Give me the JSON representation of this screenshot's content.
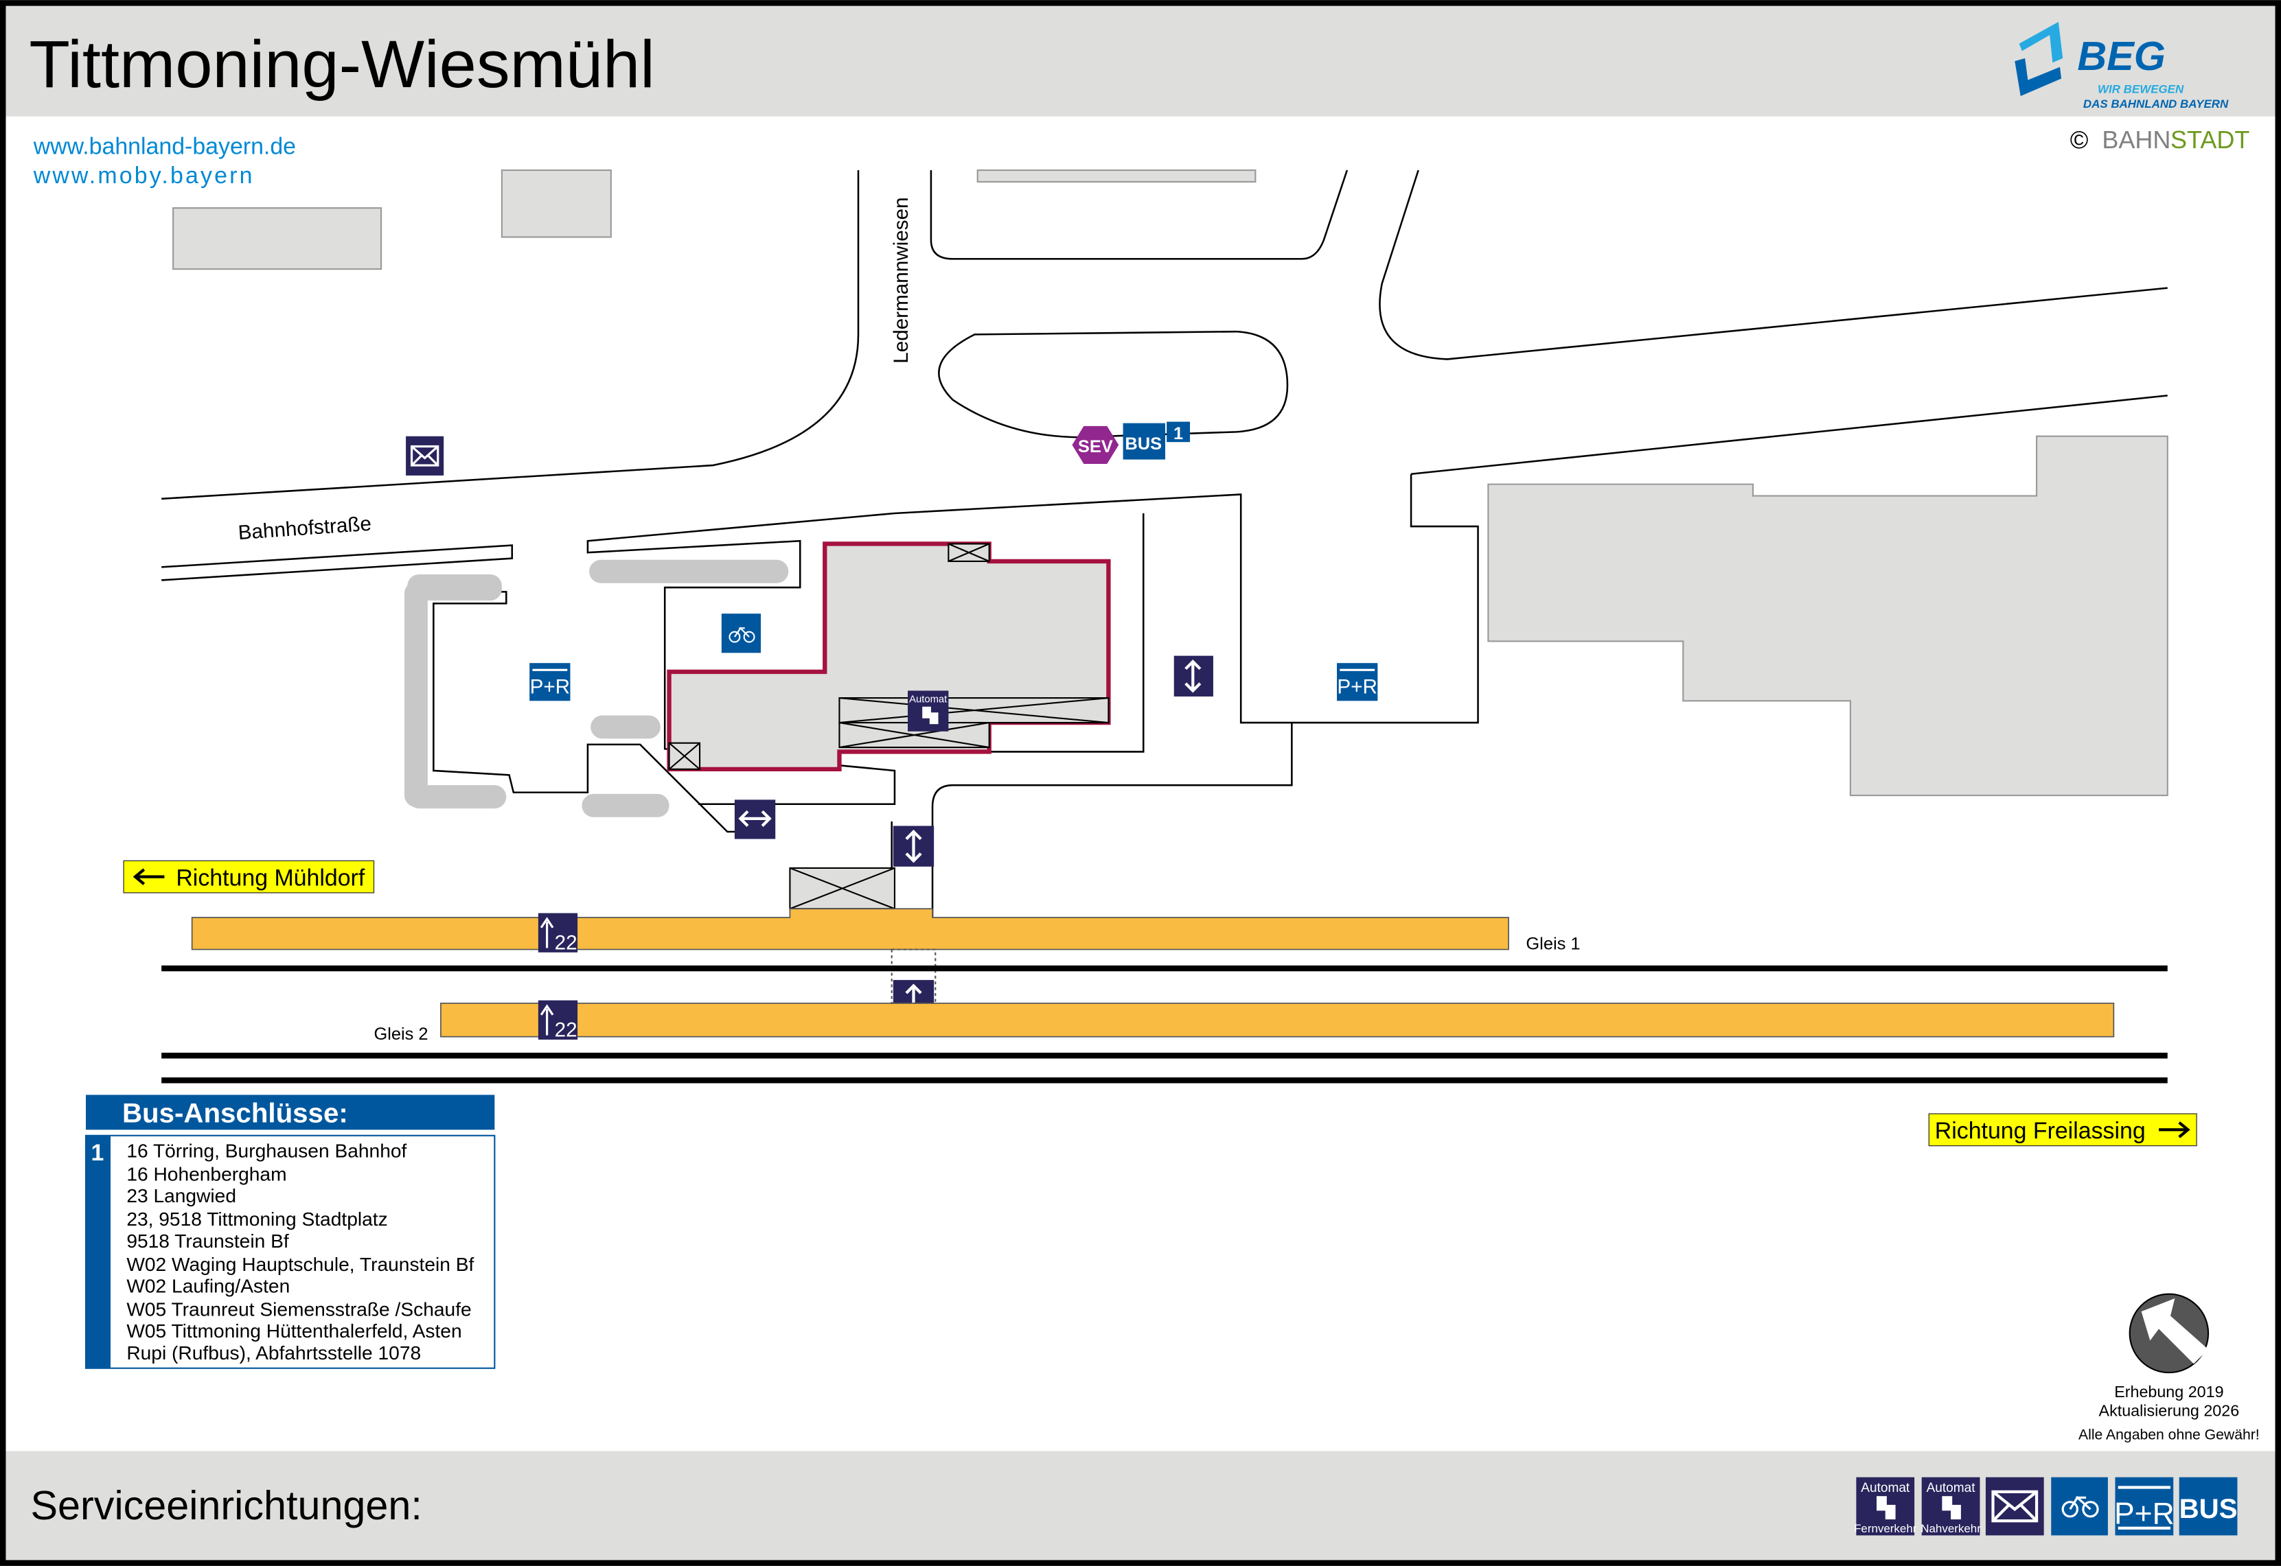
{
  "header": {
    "title": "Tittmoning-Wiesmühl",
    "links": [
      "www.bahnland-bayern.de",
      "www.moby.bayern"
    ],
    "logo": {
      "name": "BEG",
      "tagline1": "WIR BEWEGEN",
      "tagline2": "DAS BAHNLAND BAYERN"
    },
    "copyright": {
      "symbol": "©",
      "part1": "BAHN",
      "part2": "STADT"
    }
  },
  "map": {
    "streets": {
      "ledermannwiesen": "Ledermannwiesen",
      "bahnhofstrasse": "Bahnhofstraße"
    },
    "bus_stop": {
      "sev": "SEV",
      "bus": "BUS",
      "number": "1"
    },
    "pr_label": "P+R",
    "automat_label": "Automat",
    "platform_number": "22",
    "direction_left": "Richtung Mühldorf",
    "direction_right": "Richtung Freilassing",
    "gleis1": "Gleis 1",
    "gleis2": "Gleis 2"
  },
  "bus_connections": {
    "title": "Bus-Anschlüsse:",
    "stop_number": "1",
    "lines": [
      "16 Törring, Burghausen Bahnhof",
      "16 Hohenbergham",
      "23 Langwied",
      "23, 9518 Tittmoning Stadtplatz",
      "9518 Traunstein Bf",
      "W02 Waging Hauptschule, Traunstein Bf",
      "W02 Laufing/Asten",
      "W05 Traunreut Siemensstraße /Schaufe",
      "W05 Tittmoning Hüttenthalerfeld, Asten",
      "Rupi (Rufbus), Abfahrtsstelle 1078"
    ]
  },
  "footer_info": {
    "survey": "Erhebung 2019",
    "update": "Aktualisierung 2026",
    "disclaimer": "Alle Angaben ohne Gewähr!"
  },
  "services": {
    "title": "Serviceeinrichtungen:",
    "items": [
      {
        "top": "Automat",
        "bottom": "Fernverkehr"
      },
      {
        "top": "Automat",
        "bottom": "Nahverkehr"
      },
      {
        "label": "mail"
      },
      {
        "label": "bike"
      },
      {
        "label": "P+R"
      },
      {
        "label": "BUS"
      }
    ]
  },
  "colors": {
    "navy": "#29245c",
    "blue": "#00579e",
    "platform": "#f9bb42",
    "station": "#a5123f",
    "yellow": "#ffff00",
    "gray": "#dededc"
  }
}
